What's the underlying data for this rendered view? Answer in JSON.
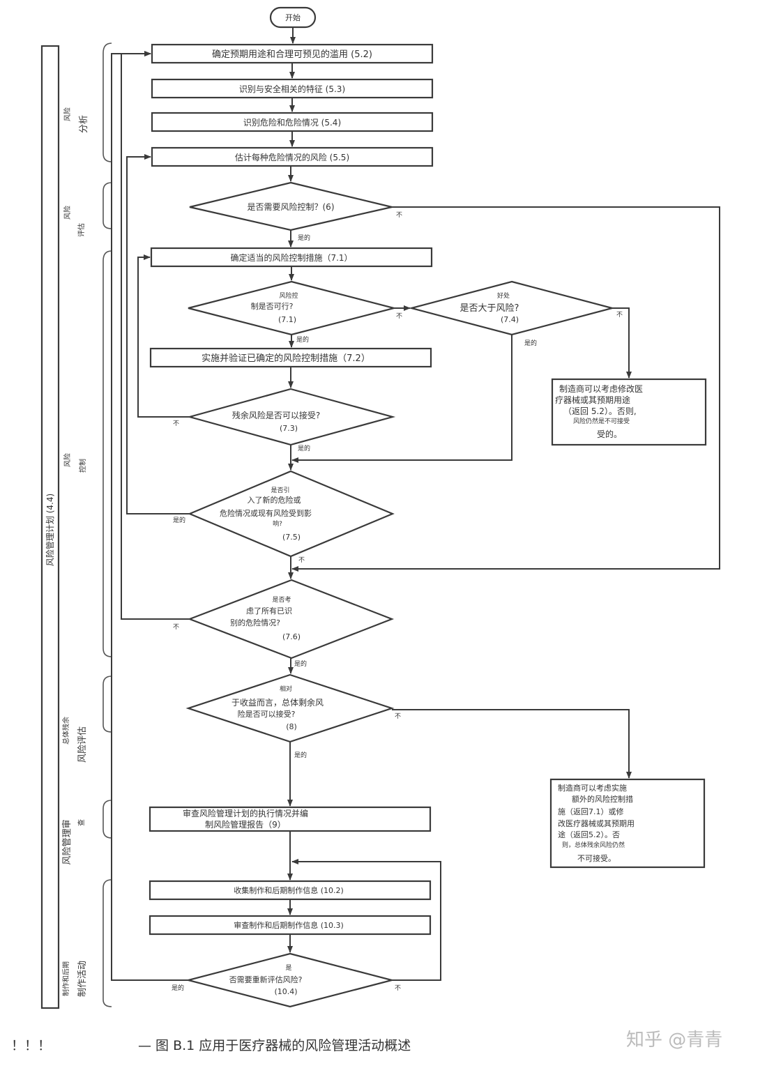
{
  "start": "开始",
  "steps": {
    "s52": "确定预期用途和合理可预见的滥用 (5.2)",
    "s53": "识别与安全相关的特征 (5.3)",
    "s54": "识别危险和危险情况 (5.4)",
    "s55": "估计每种危险情况的风险 (5.5)",
    "s71": "确定适当的风险控制措施（7.1）",
    "s72": "实施并验证已确定的风险控制措施（7.2）",
    "s9": [
      "审查风险管理计划的执行情况并编",
      "制风险管理报告（9）"
    ],
    "s102": "收集制作和后期制作信息 (10.2)",
    "s103": "审查制作和后期制作信息 (10.3)"
  },
  "decisions": {
    "d6": [
      "是否需要风险控制？(6)"
    ],
    "d71": [
      "风险控",
      "制是否可行?",
      "(7.1)"
    ],
    "d74": [
      "好处",
      "是否大于风险?",
      "(7.4)"
    ],
    "d73": [
      "残余风险是否可以接受?",
      "(7.3)"
    ],
    "d75": [
      "是否引",
      "入了新的危险或",
      "危险情况或现有风险受到影",
      "响?",
      "(7.5)"
    ],
    "d76": [
      "是否考",
      "虑了所有已识",
      "别的危险情况?",
      "(7.6)"
    ],
    "d8": [
      "相对",
      "于收益而言，总体剩余风",
      "险是否可以接受?",
      "(8)"
    ],
    "d104": [
      "是",
      "否需要重新评估风险?",
      "(10.4)"
    ]
  },
  "notes": {
    "n1": [
      "制造商可以考虑修改医",
      "疗器械或其预期用途",
      "（返回 5.2）。否则,",
      "风险仍然是不可接受",
      "受的。"
    ],
    "n2": [
      "制造商可以考虑实施",
      "额外的风险控制措",
      "施（返回7.1）或修",
      "改医疗器械或其预期用",
      "途（返回5.2）。否",
      "则，总体残余风险仍然",
      "不可接受。"
    ]
  },
  "labels": {
    "yes": "是的",
    "no": "不"
  },
  "phases": {
    "plan": "风险管理计划 (4.4)",
    "analysis": [
      "风险",
      "分析"
    ],
    "evaluation": [
      "风险",
      "评估"
    ],
    "control": [
      "风险",
      "控制"
    ],
    "overall": [
      "总体残余",
      "风险评估"
    ],
    "review": [
      "风险管理审",
      "查"
    ],
    "production": [
      "制作和后期",
      "制作活动"
    ]
  },
  "caption": "— 图 B.1 应用于医疗器械的风险管理活动概述",
  "marks": "！！！",
  "watermark": "知乎 @青青",
  "colors": {
    "line": "#3a3a3a",
    "text": "#333333"
  }
}
